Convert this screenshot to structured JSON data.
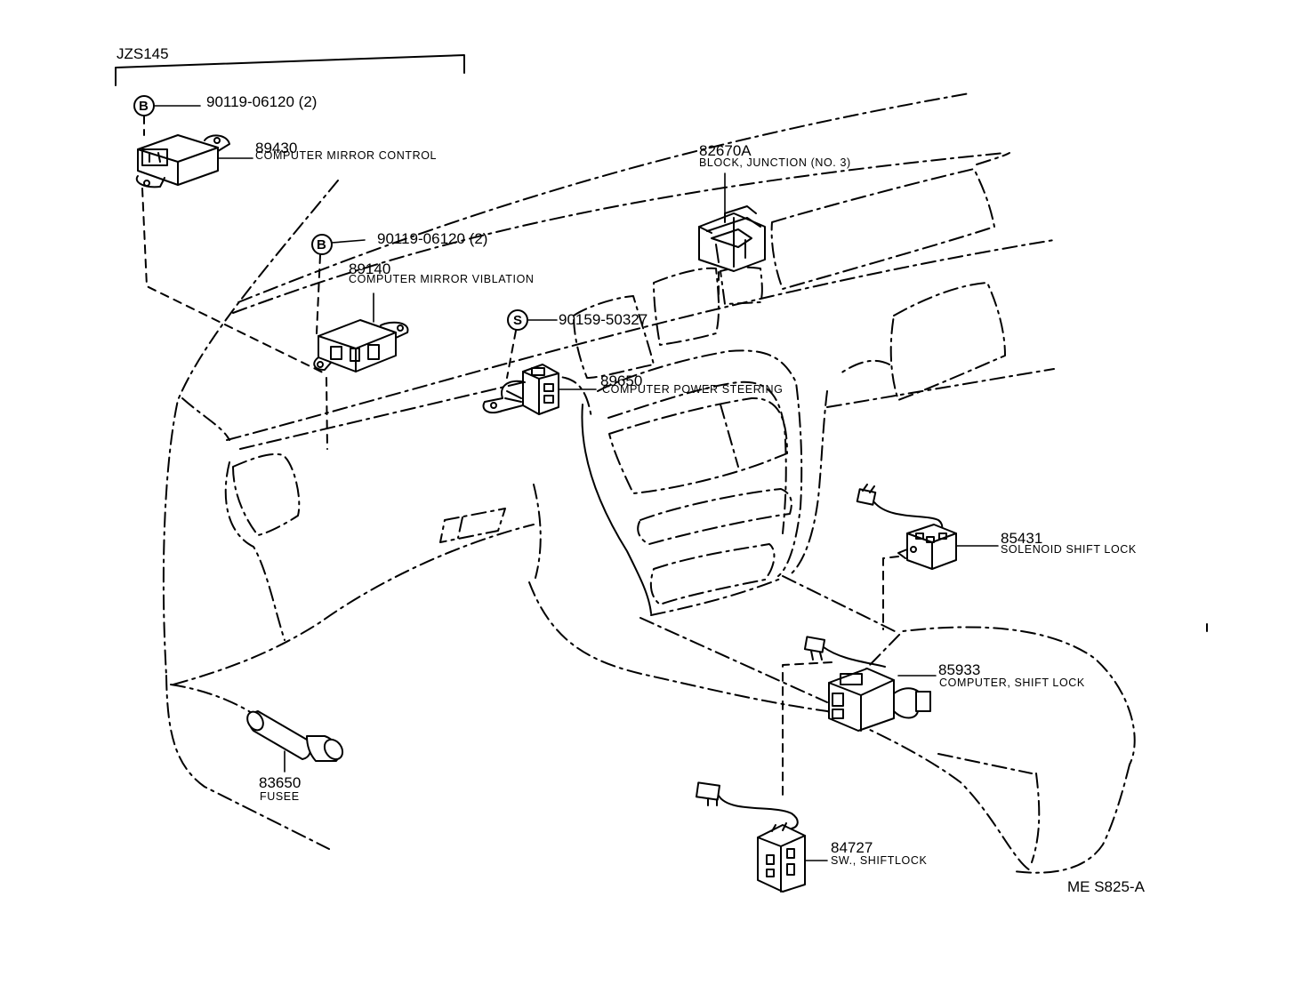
{
  "model": "JZS145",
  "figure_code": "ME S825-A",
  "parts": {
    "p89430": {
      "number": "89430",
      "name": "COMPUTER MIRROR CONTROL"
    },
    "p89140": {
      "number": "89140",
      "name": "COMPUTER MIRROR VIBLATION"
    },
    "p82670A": {
      "number": "82670A",
      "name": "BLOCK, JUNCTION (NO. 3)"
    },
    "p89650": {
      "number": "89650",
      "name": "COMPUTER POWER STEERING"
    },
    "p85431": {
      "number": "85431",
      "name": "SOLENOID SHIFT LOCK"
    },
    "p85933": {
      "number": "85933",
      "name": "COMPUTER, SHIFT LOCK"
    },
    "p83650": {
      "number": "83650",
      "name": "FUSEE"
    },
    "p84727": {
      "number": "84727",
      "name": "SW., SHIFTLOCK"
    }
  },
  "fasteners": {
    "f1": {
      "symbol": "B",
      "number": "90119-06120 (2)"
    },
    "f2": {
      "symbol": "B",
      "number": "90119-06120 (2)"
    },
    "f3": {
      "symbol": "S",
      "number": "90159-50327"
    }
  }
}
